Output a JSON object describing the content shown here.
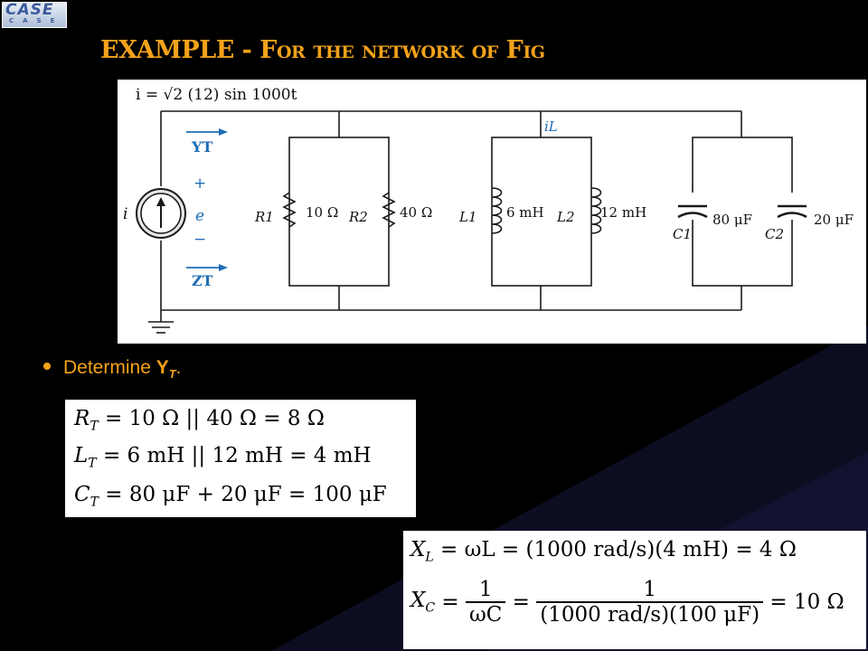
{
  "logo": {
    "big": "CASE",
    "small": "CASE"
  },
  "slide": {
    "title_lead": "EXAMPLE - ",
    "title_rest": "For the network of Fig",
    "bullet_text": "Determine ",
    "bullet_symbol": "Y",
    "bullet_sub": "T",
    "bullet_end": "."
  },
  "circuit": {
    "source_eq": "i = √2 (12) sin 1000t",
    "source_label": "i",
    "yt_label": "YT",
    "zt_label": "ZT",
    "plus": "+",
    "e_label": "e",
    "minus": "−",
    "il_label": "iL",
    "r1": {
      "name": "R1",
      "value": "10 Ω"
    },
    "r2": {
      "name": "R2",
      "value": "40 Ω"
    },
    "l1": {
      "name": "L1",
      "value": "6 mH"
    },
    "l2": {
      "name": "L2",
      "value": "12 mH"
    },
    "c1": {
      "name": "C1",
      "value": "80 μF"
    },
    "c2": {
      "name": "C2",
      "value": "20 μF"
    }
  },
  "equations": {
    "rt": {
      "lhs": "R",
      "sub": "T",
      "rhs": "= 10 Ω || 40 Ω = 8 Ω"
    },
    "lt": {
      "lhs": "L",
      "sub": "T",
      "rhs": "= 6 mH || 12 mH = 4 mH"
    },
    "ct": {
      "lhs": "C",
      "sub": "T",
      "rhs": "= 80 μF + 20 μF = 100 μF"
    },
    "xl": {
      "lhs": "X",
      "sub": "L",
      "rhs": "= ωL = (1000 rad/s)(4 mH) = 4 Ω"
    },
    "xc": {
      "lhs": "X",
      "sub": "C",
      "eq": "=",
      "f1_num": "1",
      "f1_den": "ωC",
      "eq2": "=",
      "f2_num": "1",
      "f2_den": "(1000 rad/s)(100 μF)",
      "result": "= 10 Ω"
    }
  },
  "colors": {
    "accent": "#f3a21b",
    "label_blue": "#1f6db5",
    "background": "#000000"
  }
}
